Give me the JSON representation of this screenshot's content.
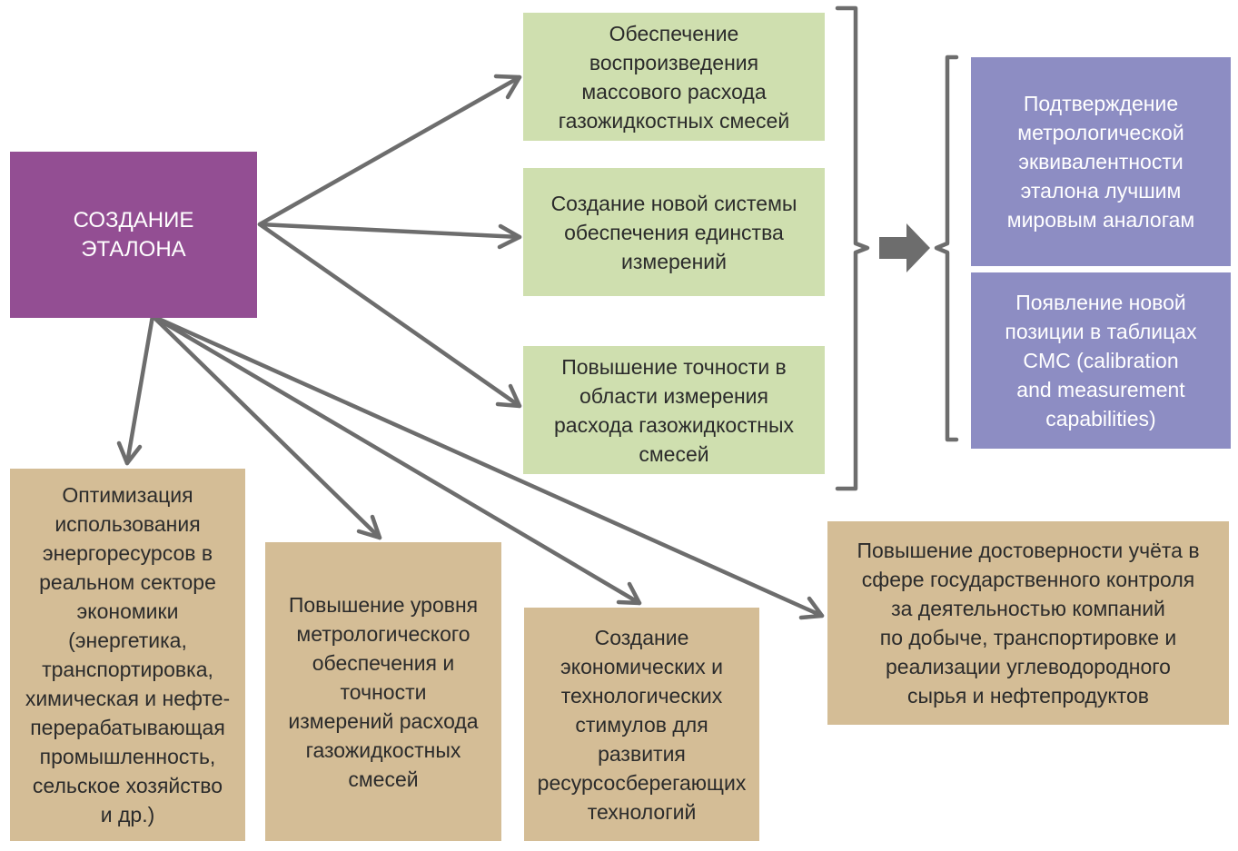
{
  "source": {
    "text": "СОЗДАНИЕ\nЭТАЛОНА"
  },
  "right_boxes": [
    {
      "text": "Обеспечение\nвоспроизведения\nмассового расхода\nгазожидкостных смесей"
    },
    {
      "text": "Создание новой системы\nобеспечения единства\nизмерений"
    },
    {
      "text": "Повышение точности в\nобласти измерения\nрасхода газожидкостных\nсмесей"
    }
  ],
  "result_boxes": [
    {
      "text": "Подтверждение\nметрологической\nэквивалентности\nэталона лучшим\nмировым аналогам"
    },
    {
      "text": "Появление новой\nпозиции в таблицах\nCMC (calibration\nand measurement\ncapabilities)"
    }
  ],
  "bottom_boxes": [
    {
      "text": "Оптимизация\nиспользования\nэнергоресурсов в\nреальном секторе\nэкономики\n(энергетика,\nтранспортировка,\nхимическая и нефте-\nперерабатывающая\nпромышленность,\nсельское хозяйство\nи др.)"
    },
    {
      "text": "Повышение уровня\nметрологического\nобеспечения и\nточности\nизмерений расхода\nгазожидкостных\nсмесей"
    },
    {
      "text": "Создание\nэкономических и\nтехнологических\nстимулов для\nразвития\nресурсосберегающих\nтехнологий"
    },
    {
      "text": "Повышение достоверности учёта  в\nсфере государственного контроля\nза деятельностью компаний\nпо добыче, транспортировке и\nреализации углеводородного\nсырья и нефтепродуктов"
    }
  ],
  "colors": {
    "source": "#934e93",
    "right_boxes": "#cfdfaf",
    "result_boxes": "#8d8dc3",
    "bottom_boxes": "#d4bd96",
    "arrows": "#6d6d6d"
  }
}
